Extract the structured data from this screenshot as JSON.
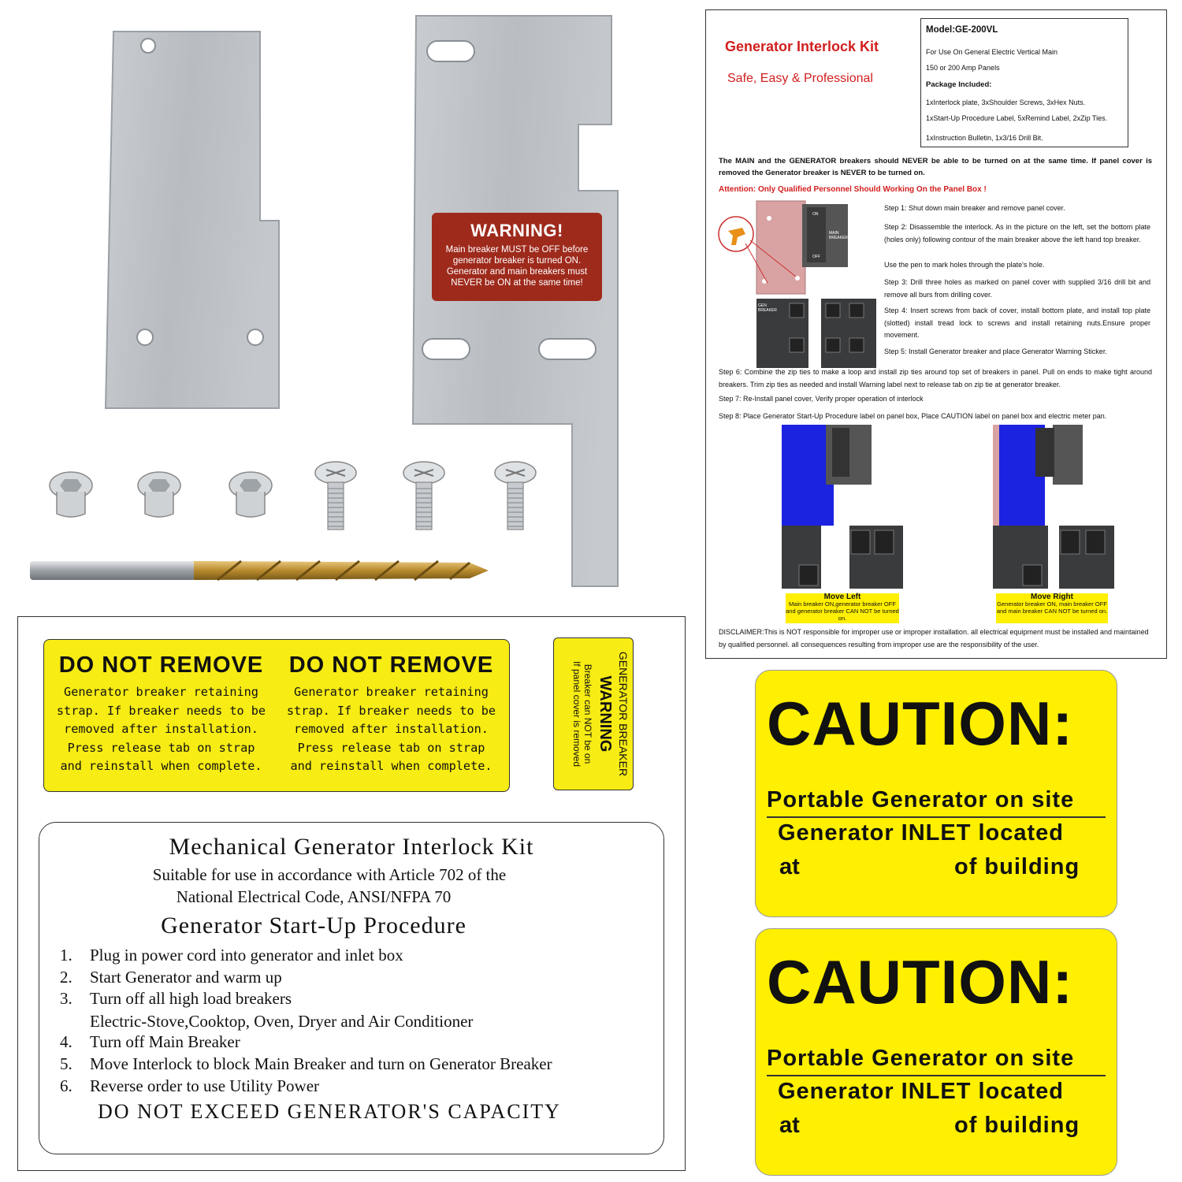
{
  "warning_sticker": {
    "title": "WARNING!",
    "lines": [
      "Main breaker MUST be OFF before",
      "generator breaker is turned ON.",
      "Generator and main breakers must",
      "NEVER be ON at the same time!"
    ]
  },
  "sheet": {
    "title": "Generator Interlock Kit",
    "subtitle": "Safe, Easy & Professional",
    "model": "Model:GE-200VL",
    "model_lines": [
      "For Use On General Electric Vertical Main",
      "150 or 200 Amp Panels",
      "Package Included:",
      "1xInterlock plate, 3xShoulder Screws, 3xHex Nuts.",
      "1xStart-Up Procedure Label, 5xRemind Label, 2xZip Ties.",
      "1xInstruction Bulletin, 1x3/16 Drill Bit."
    ],
    "intro": "The MAIN and the GENERATOR breakers should NEVER be able to be turned on at the same time. If panel cover is removed the Generator breaker is NEVER to be turned on.",
    "attention": "Attention: Only Qualified Personnel Should Working On the Panel Box !",
    "steps": [
      "Step 1: Shut down main breaker and remove panel cover.",
      "Step 2: Disassemble the interlock. As in the picture on the left, set the bottom plate (holes only) following contour of the main breaker above the left hand top breaker.",
      "Use the pen to mark holes through the plate's hole.",
      "Step 3: Drill three holes as marked on panel cover with supplied 3/16 drill bit and remove all burs from drilling cover.",
      "Step 4: Insert screws from back of cover, install bottom plate, and install top plate (slotted) install tread lock to screws and install retaining nuts.Ensure proper movement.",
      "Step 5: Install Generator breaker and place Generator Warning Sticker.",
      "Step 6: Combine the zip ties to make a loop and install zip ties around top set of breakers in panel. Pull on ends to make tight around breakers. Trim zip ties as needed and install Warning label next to release tab on zip tie at generator breaker.",
      "Step 7: Re-Install panel cover, Verify proper operation of interlock",
      "Step 8: Place Generator Start-Up Procedure label on panel box, Place CAUTION label on panel box and electric meter pan."
    ],
    "diagram_labels": {
      "on": "ON",
      "off": "OFF",
      "main": "MAIN",
      "breaker": "BREAKER",
      "gen_breaker": "GEN BREAKER"
    },
    "move_left": {
      "title": "Move Left",
      "text": "Main breaker ON,generator breaker OFF and generator breaker CAN NOT be turned on."
    },
    "move_right": {
      "title": "Move Right",
      "text": "Generator breaker ON, main breaker OFF and main breaker CAN NOT be turned on."
    },
    "disclaimer": "DISCLAIMER:This is NOT responsible for improper use or improper installation. all electrical equipment must be installed and maintained by qualified personnel. all consequences resulting from improper use are the responsibility of the user."
  },
  "do_not_remove": {
    "heading": "DO NOT REMOVE",
    "lines": [
      "Generator breaker retaining",
      "strap. If breaker needs to be",
      "removed after installation.",
      "Press release tab on strap",
      "and reinstall when complete."
    ]
  },
  "vertical_warning": {
    "line1": "GENERATOR BREAKER",
    "line2": "WARNING",
    "line3": "Breaker can NOT be on",
    "line4": "If panel cover is removed"
  },
  "startup": {
    "title": "Mechanical Generator Interlock Kit",
    "line1": "Suitable for use in accordance with Article  702  of the",
    "line2": "National Electrical Code, ANSI/NFPA 70",
    "heading": "Generator Start-Up Procedure",
    "items": [
      {
        "n": "1.",
        "t": "Plug in  power cord into generator and inlet box"
      },
      {
        "n": "2.",
        "t": "Start  Generator  and warm up"
      },
      {
        "n": "3.",
        "t": "Turn off all high  load breakers"
      },
      {
        "n": "",
        "t": "Electric-Stove,Cooktop,  Oven, Dryer and  Air  Conditioner"
      },
      {
        "n": "4.",
        "t": "Turn off Main  Breaker"
      },
      {
        "n": "5.",
        "t": "Move Interlock  to block Main  Breaker and  turn on  Generator  Breaker"
      },
      {
        "n": "6.",
        "t": "Reverse order to use  Utility Power"
      }
    ],
    "footer": "DO NOT EXCEED GENERATOR'S CAPACITY"
  },
  "caution": {
    "heading": "CAUTION:",
    "line1": "Portable Generator on site",
    "line2": "Generator INLET located",
    "line3a": "at",
    "line3b": "of building"
  },
  "colors": {
    "sticker_red": "#9e2a1c",
    "label_yellow": "#f7ec13",
    "sheet_red": "#d21e1e",
    "diagram_blue": "#1b22e0"
  }
}
